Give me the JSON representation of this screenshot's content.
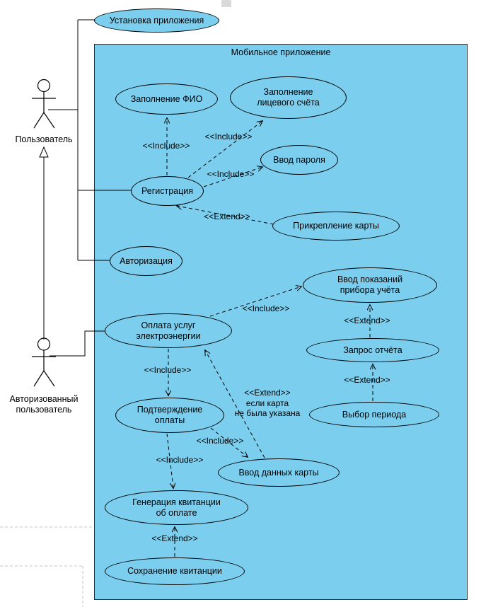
{
  "system": {
    "title": "Мобильное приложение"
  },
  "actors": {
    "user": {
      "label": "Пользователь"
    },
    "auth_user": {
      "label": "Авторизованный\nпользователь"
    }
  },
  "usecases": {
    "install": "Установка приложения",
    "fio": "Заполнение ФИО",
    "account": "Заполнение\nлицевого счёта",
    "password": "Ввод пароля",
    "registration": "Регистрация",
    "attach_card": "Прикрепление карты",
    "authorization": "Авторизация",
    "meter": "Ввод показаний\nприбора учёта",
    "payment": "Оплата услуг\nэлектроэнергии",
    "report": "Запрос отчёта",
    "period": "Выбор периода",
    "confirm": "Подтверждение\nоплаты",
    "card_data": "Ввод данных карты",
    "receipt_gen": "Генерация квитанции\nоб оплате",
    "receipt_save": "Сохранение квитанции"
  },
  "stereotypes": {
    "include": "<<Include>>",
    "extend": "<<Extend>>",
    "extend_condition": "<<Extend>>\nесли карта\nне была указана"
  },
  "colors": {
    "node_fill": "#7cceee",
    "boundary_fill": "#7cceee",
    "stroke": "#000000",
    "guide": "#c4c4c4"
  }
}
